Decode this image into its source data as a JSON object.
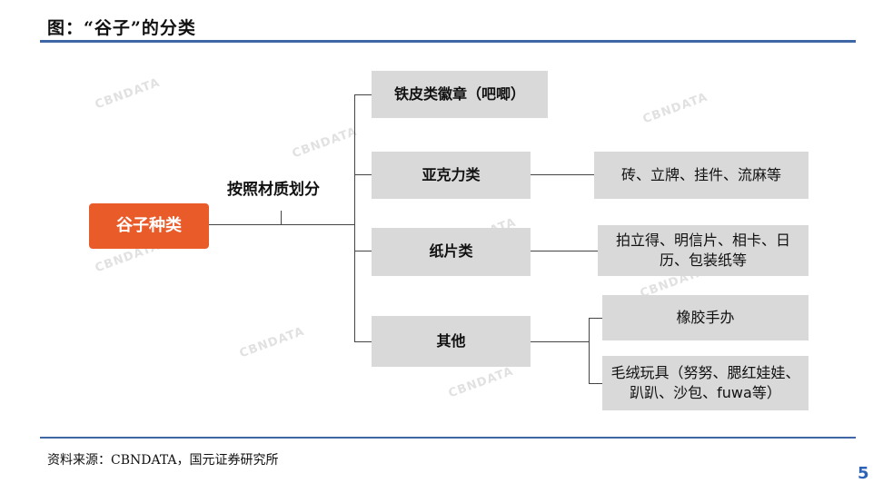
{
  "header": {
    "title": "图：“谷子”的分类"
  },
  "diagram": {
    "root": "谷子种类",
    "branch_label": "按照材质划分",
    "categories": [
      {
        "label": "铁皮类徽章（吧唧）"
      },
      {
        "label": "亚克力类",
        "examples": [
          "砖、立牌、挂件、流麻等"
        ]
      },
      {
        "label": "纸片类",
        "examples": [
          "拍立得、明信片、相卡、日历、包装纸等"
        ]
      },
      {
        "label": "其他",
        "examples": [
          "橡胶手办",
          "毛绒玩具（努努、腮红娃娃、趴趴、沙包、fuwa等）"
        ]
      }
    ],
    "watermark": "CBNDATA"
  },
  "footer": {
    "source": "资料来源：CBNDATA，国元证券研究所",
    "page_number": "5"
  }
}
